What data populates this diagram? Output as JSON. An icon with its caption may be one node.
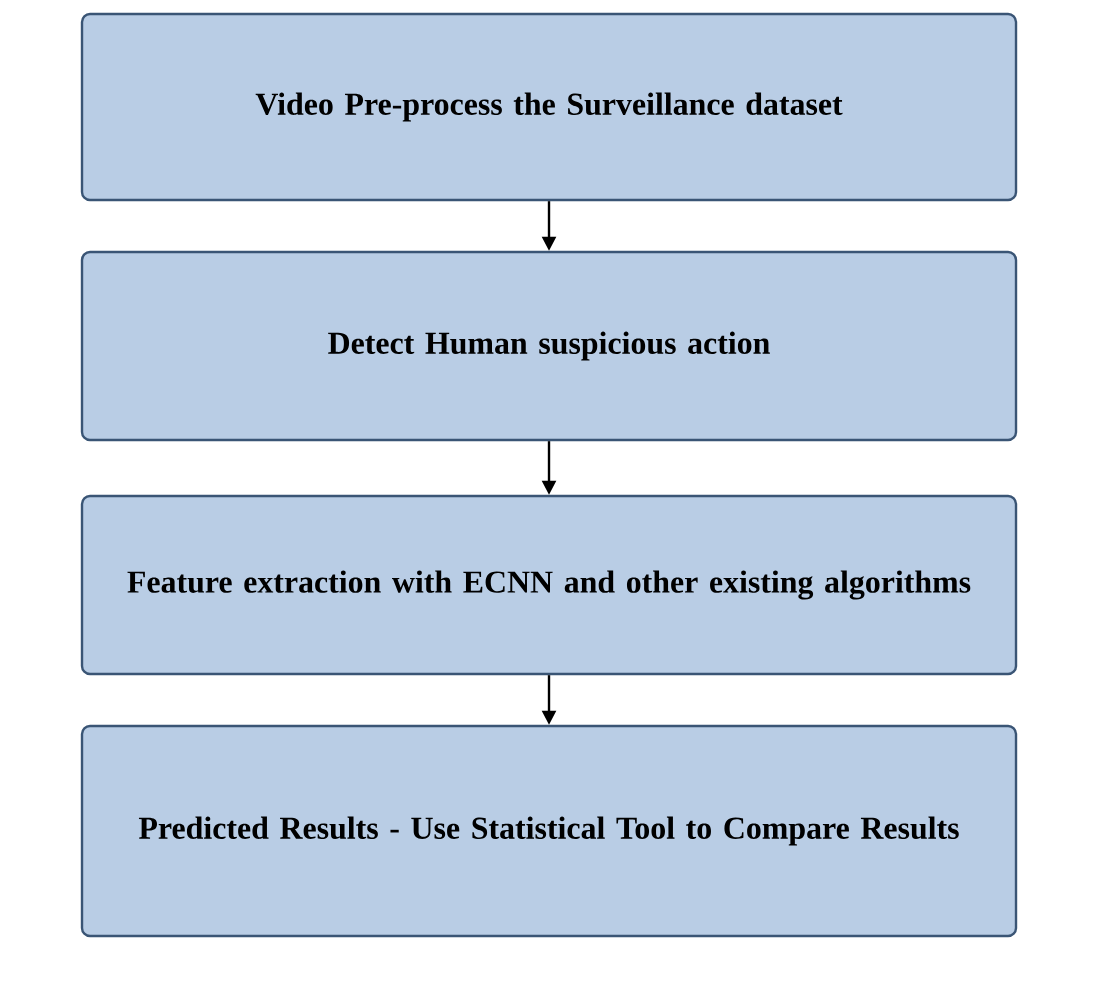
{
  "diagram": {
    "nodes": [
      {
        "text": [
          "Video Pre-process the Surveillance dataset"
        ]
      },
      {
        "text": [
          "Detect Human suspicious action"
        ]
      },
      {
        "text": [
          "Feature extraction with ECNN and other existing algorithms"
        ]
      },
      {
        "text": [
          "Predicted Results - Use Statistical Tool to Compare Results"
        ]
      }
    ],
    "edges": [
      {
        "from": 0,
        "to": 1,
        "arrow": "to"
      },
      {
        "from": 1,
        "to": 2,
        "arrow": "to"
      },
      {
        "from": 2,
        "to": 3,
        "arrow": "to"
      }
    ]
  }
}
